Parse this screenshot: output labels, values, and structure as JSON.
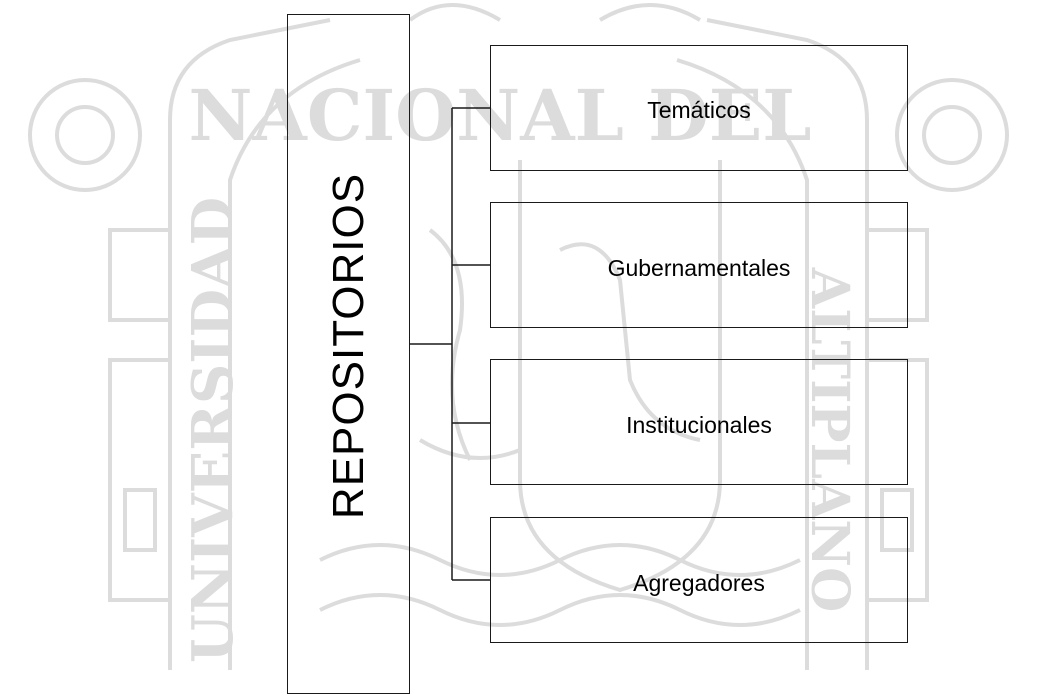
{
  "diagram": {
    "root": {
      "label": "REPOSITORIOS"
    },
    "children": [
      {
        "label": "Temáticos"
      },
      {
        "label": "Gubernamentales"
      },
      {
        "label": "Institucionales"
      },
      {
        "label": "Agregadores"
      }
    ]
  },
  "watermark": {
    "top_text": "NACIONAL DEL",
    "left_text": "UNIVERSIDAD",
    "right_text": "ALTIPLANO",
    "color": "#d9d9d9"
  },
  "colors": {
    "line": "#1a1a1a",
    "text": "#000000",
    "background": "#ffffff"
  }
}
